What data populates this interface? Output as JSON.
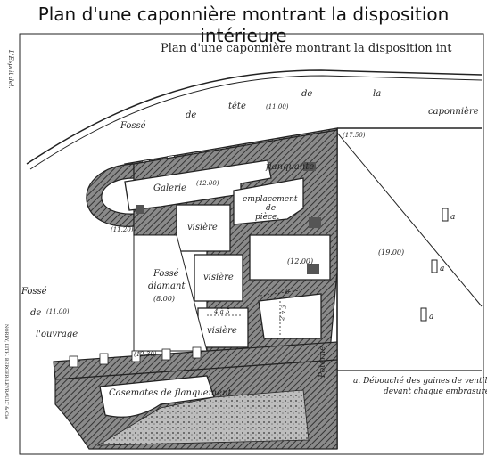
{
  "page_title": "Plan d'une caponnière montrant la disposition intérieure",
  "engraved_title": "Plan d'une caponnière montrant la disposition int",
  "labels": {
    "fosse_de_tete": [
      "Fossé",
      "de",
      "tête",
      "de",
      "la",
      "caponnière"
    ],
    "level_tete": "(11.00)",
    "level_top_right": "(17.50)",
    "galerie": "Galerie",
    "galerie_level": "(12.00)",
    "flanquante": "flanquante",
    "emplacement": [
      "emplacement",
      "de",
      "pièce."
    ],
    "visiere_1": "visière",
    "visiere_2": "visière",
    "visiere_3": "visière",
    "fosse_diamant": [
      "Fossé",
      "diamant",
      "(8.00)"
    ],
    "level_center": "(12.00)",
    "level_left_mid": "(11.20)",
    "level_bottom_left": "(12.30)",
    "level_right_room": "(19.00)",
    "fosse_ouvrage": [
      "Fossé",
      "de",
      "(11.00)",
      "l'ouvrage"
    ],
    "casemates": "Casemates de flanquement",
    "poterne": "Poterne",
    "dim_1": "4 à 5",
    "dim_2": "6",
    "dim_3": "2 à 3",
    "vent_a": [
      "a",
      "a",
      "a"
    ],
    "legend_line_1": "a. Débouché des gaines de ventil.",
    "legend_line_2": "devant chaque embrasure",
    "engraver_left": "L'Esprit del.",
    "engraver_side": "NOREY, LITH. BERGER-LEVRAULT & Cie"
  }
}
